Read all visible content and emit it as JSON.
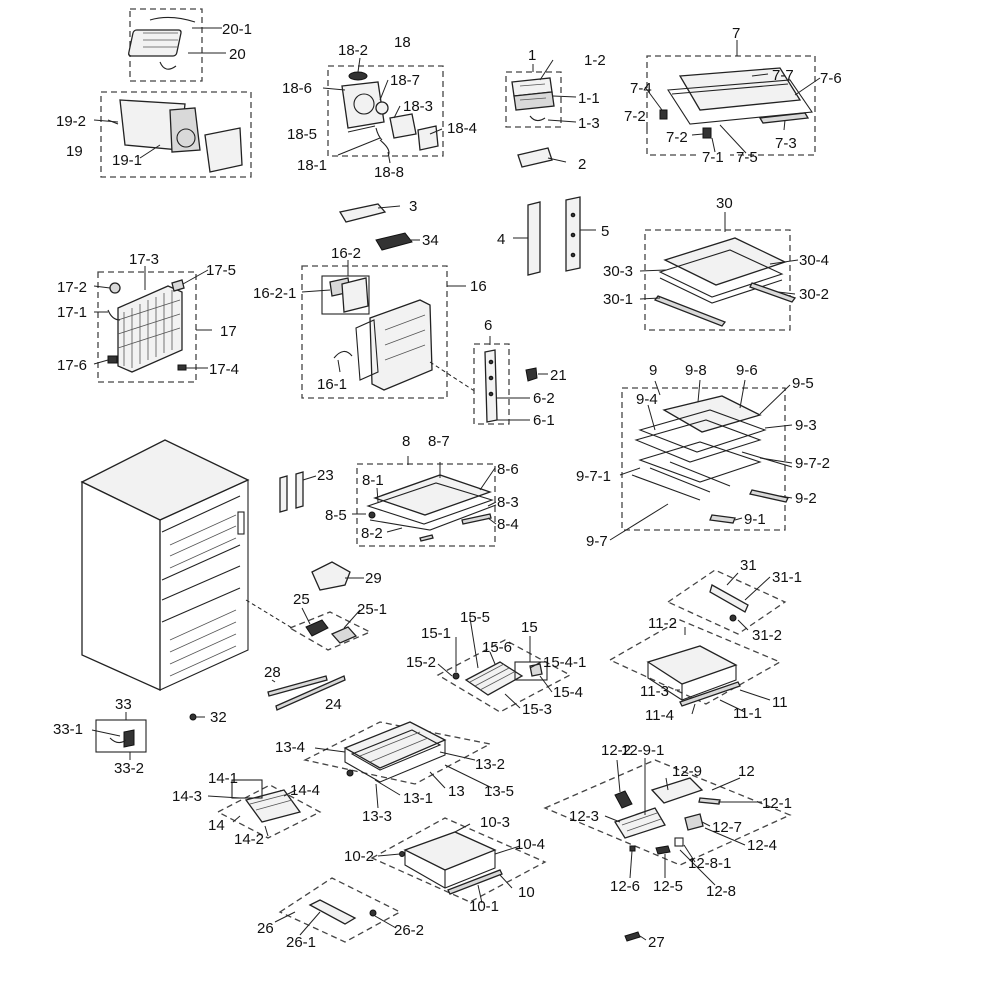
{
  "labels": {
    "l20_1": "20-1",
    "l20": "20",
    "l19_2": "19-2",
    "l19": "19",
    "l19_1": "19-1",
    "l18": "18",
    "l18_2": "18-2",
    "l18_6": "18-6",
    "l18_7": "18-7",
    "l18_3": "18-3",
    "l18_5": "18-5",
    "l18_4": "18-4",
    "l18_1": "18-1",
    "l18_8": "18-8",
    "l1": "1",
    "l1_2": "1-2",
    "l1_1": "1-1",
    "l1_3": "1-3",
    "l2": "2",
    "l7": "7",
    "l7_4": "7-4",
    "l7_7": "7-7",
    "l7_6": "7-6",
    "l7_2a": "7-2",
    "l7_2b": "7-2",
    "l7_1": "7-1",
    "l7_5": "7-5",
    "l7_3": "7-3",
    "l3": "3",
    "l34": "34",
    "l4": "4",
    "l5": "5",
    "l30": "30",
    "l30_4": "30-4",
    "l30_3": "30-3",
    "l30_2": "30-2",
    "l30_1": "30-1",
    "l17_3": "17-3",
    "l17_5": "17-5",
    "l17_2": "17-2",
    "l17_1": "17-1",
    "l17": "17",
    "l17_6": "17-6",
    "l17_4": "17-4",
    "l16_2": "16-2",
    "l16_2_1": "16-2-1",
    "l16": "16",
    "l16_1": "16-1",
    "l6": "6",
    "l21": "21",
    "l6_2": "6-2",
    "l6_1": "6-1",
    "l9": "9",
    "l9_8": "9-8",
    "l9_6": "9-6",
    "l9_5": "9-5",
    "l9_4": "9-4",
    "l9_3": "9-3",
    "l9_7_2": "9-7-2",
    "l9_7_1": "9-7-1",
    "l9_2": "9-2",
    "l9_1": "9-1",
    "l9_7": "9-7",
    "l8": "8",
    "l8_7": "8-7",
    "l8_6": "8-6",
    "l8_1": "8-1",
    "l8_3": "8-3",
    "l8_5": "8-5",
    "l8_4": "8-4",
    "l8_2": "8-2",
    "l23": "23",
    "l29": "29",
    "l25": "25",
    "l25_1": "25-1",
    "l31": "31",
    "l31_1": "31-1",
    "l31_2": "31-2",
    "l15": "15",
    "l15_5": "15-5",
    "l15_1": "15-1",
    "l15_6": "15-6",
    "l15_2": "15-2",
    "l15_4_1": "15-4-1",
    "l15_4": "15-4",
    "l15_3": "15-3",
    "l11_2": "11-2",
    "l11_3": "11-3",
    "l11": "11",
    "l11_4": "11-4",
    "l11_1": "11-1",
    "l28": "28",
    "l24": "24",
    "l32": "32",
    "l33": "33",
    "l33_1": "33-1",
    "l33_2": "33-2",
    "l13_4": "13-4",
    "l13_2": "13-2",
    "l13": "13",
    "l13_5": "13-5",
    "l13_1": "13-1",
    "l13_3": "13-3",
    "l12_2": "12-2",
    "l12_9_1": "12-9-1",
    "l12_9": "12-9",
    "l12": "12",
    "l12_1": "12-1",
    "l12_3": "12-3",
    "l12_7": "12-7",
    "l12_4": "12-4",
    "l12_8_1": "12-8-1",
    "l12_6": "12-6",
    "l12_5": "12-5",
    "l12_8": "12-8",
    "l14_1": "14-1",
    "l14_3": "14-3",
    "l14_4": "14-4",
    "l14": "14",
    "l14_2": "14-2",
    "l10_3": "10-3",
    "l10_4": "10-4",
    "l10_2": "10-2",
    "l10": "10",
    "l10_1": "10-1",
    "l26": "26",
    "l26_1": "26-1",
    "l26_2": "26-2",
    "l27": "27"
  }
}
